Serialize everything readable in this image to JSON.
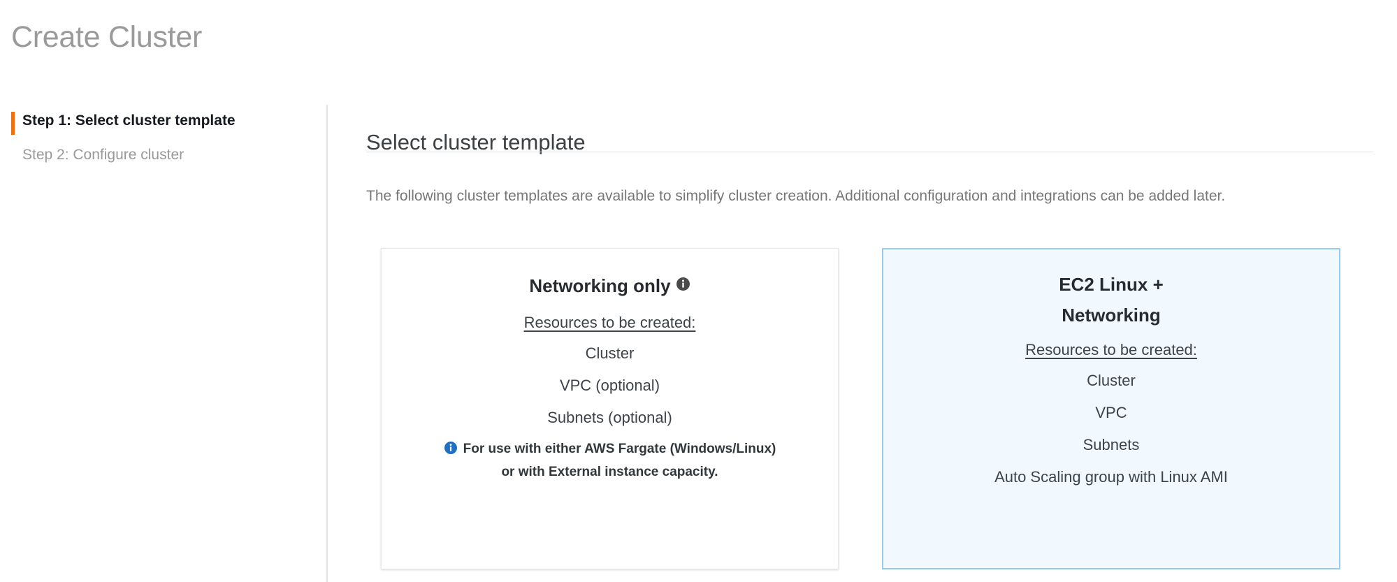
{
  "page": {
    "title": "Create Cluster"
  },
  "wizard": {
    "steps": [
      {
        "label": "Step 1: Select cluster template",
        "state": "active"
      },
      {
        "label": "Step 2: Configure cluster",
        "state": "inactive"
      }
    ]
  },
  "main": {
    "heading": "Select cluster template",
    "description": "The following cluster templates are available to simplify cluster creation. Additional configuration and integrations can be added later."
  },
  "templates": [
    {
      "title": "Networking only",
      "title_icon": "info-icon",
      "resources_label": "Resources to be created:",
      "resources": [
        "Cluster",
        "VPC (optional)",
        "Subnets (optional)"
      ],
      "note_icon": "info-icon",
      "note_line1": "For use with either AWS Fargate (Windows/Linux)",
      "note_line2": "or with External instance capacity.",
      "selected": false
    },
    {
      "title_line1": "EC2 Linux +",
      "title_line2": "Networking",
      "resources_label": "Resources to be created:",
      "resources": [
        "Cluster",
        "VPC",
        "Subnets",
        "Auto Scaling group with Linux AMI"
      ],
      "selected": true
    }
  ],
  "colors": {
    "accent_orange": "#ec7211",
    "selected_border": "#99c9ec",
    "selected_background": "#f1f8fe",
    "info_blue": "#1f6fc4",
    "info_gray": "#4a4a4a",
    "title_gray": "#9a9a9a"
  }
}
